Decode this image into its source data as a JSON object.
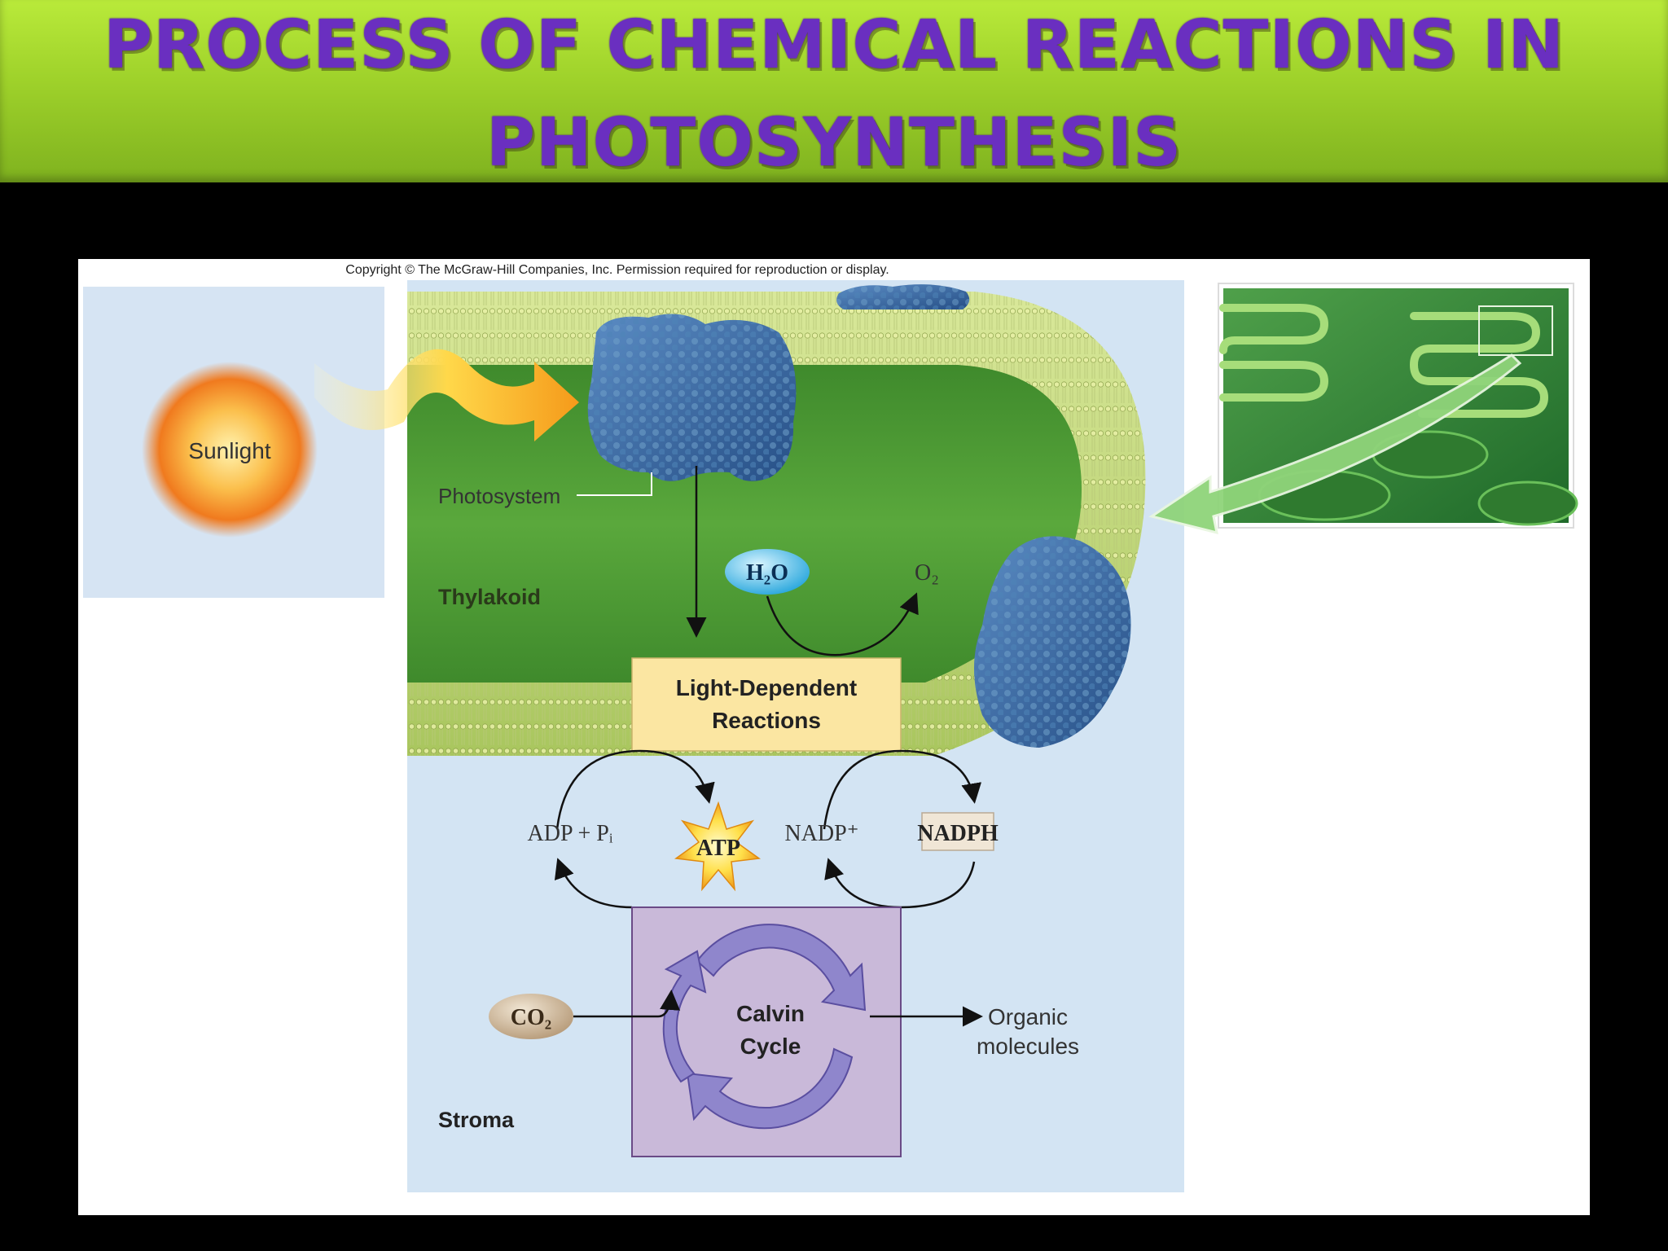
{
  "slide": {
    "title_line_1": "PROCESS OF CHEMICAL REACTIONS IN",
    "title_line_2": "PHOTOSYNTHESIS"
  },
  "figure": {
    "copyright": "Copyright © The McGraw-Hill Companies, Inc. Permission required for reproduction or display.",
    "labels": {
      "sunlight": "Sunlight",
      "photosystem": "Photosystem",
      "thylakoid": "Thylakoid",
      "stroma": "Stroma",
      "light_dependent_1": "Light-Dependent",
      "light_dependent_2": "Reactions",
      "calvin_1": "Calvin",
      "calvin_2": "Cycle",
      "organic_1": "Organic",
      "organic_2": "molecules"
    },
    "molecules": {
      "h2o": "H₂O",
      "o2": "O₂",
      "adp_pi": "ADP + Pᵢ",
      "atp": "ATP",
      "nadp": "NADP⁺",
      "nadph": "NADPH",
      "co2": "CO₂"
    },
    "colors": {
      "banner_green": "#9ed12a",
      "title_purple": "#6a2fc0",
      "stroma_blue": "#d3e4f3",
      "thylakoid_green": "#4f9a35",
      "photosystem_blue": "#3f6fa6",
      "light_box": "#fbe6a2",
      "calvin_box": "#c9b9d9",
      "calvin_arrow": "#8f86cc"
    }
  }
}
